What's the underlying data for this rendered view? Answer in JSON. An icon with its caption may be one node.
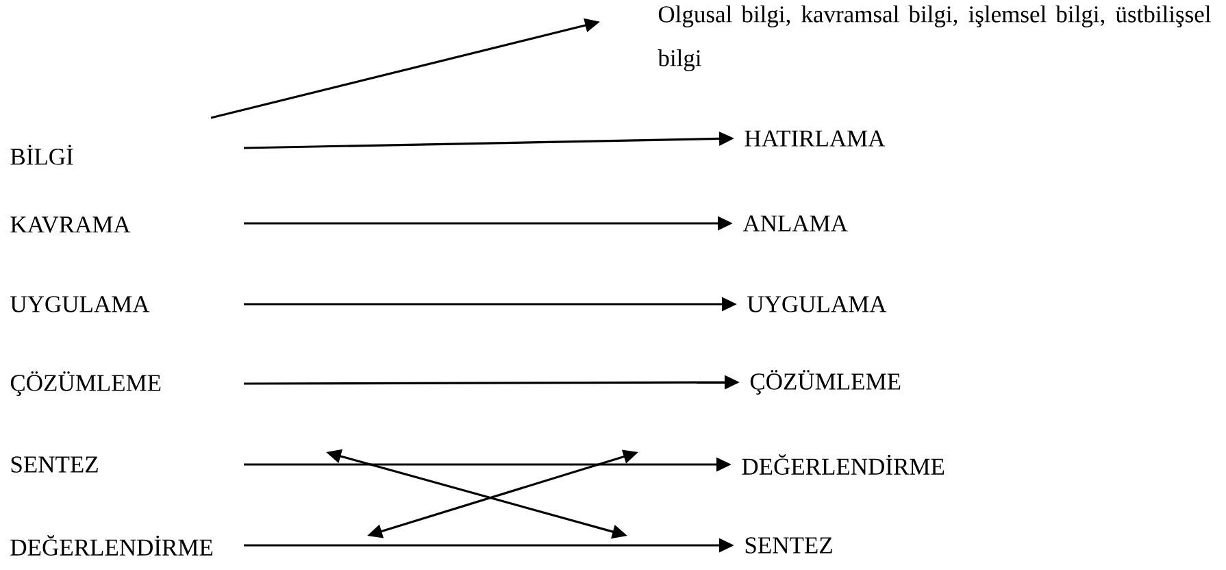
{
  "diagram": {
    "nodes": [
      {
        "text": [
          "Olgusal bilgi, kavramsal bilgi, işlemsel bilgi, üstbilişsel bilgi"
        ]
      },
      {
        "text": [
          "BİLGİ"
        ]
      },
      {
        "text": [
          "HATIRLAMA"
        ]
      },
      {
        "text": [
          "KAVRAMA"
        ]
      },
      {
        "text": [
          "ANLAMA"
        ]
      },
      {
        "text": [
          "UYGULAMA"
        ]
      },
      {
        "text": [
          "UYGULAMA"
        ]
      },
      {
        "text": [
          "ÇÖZÜMLEME"
        ]
      },
      {
        "text": [
          "ÇÖZÜMLEME"
        ]
      },
      {
        "text": [
          "SENTEZ"
        ]
      },
      {
        "text": [
          "DEĞERLENDİRME"
        ]
      },
      {
        "text": [
          "DEĞERLENDİRME"
        ]
      },
      {
        "text": [
          "SENTEZ"
        ]
      }
    ],
    "edges": [
      {
        "from": null,
        "to": 0,
        "arrow": "to"
      },
      {
        "from": null,
        "to": 2,
        "arrow": "to"
      },
      {
        "from": null,
        "to": 4,
        "arrow": "to"
      },
      {
        "from": null,
        "to": 6,
        "arrow": "to"
      },
      {
        "from": null,
        "to": 8,
        "arrow": "to"
      },
      {
        "from": null,
        "to": 10,
        "arrow": "to"
      },
      {
        "from": null,
        "to": 12,
        "arrow": "to"
      }
    ]
  }
}
